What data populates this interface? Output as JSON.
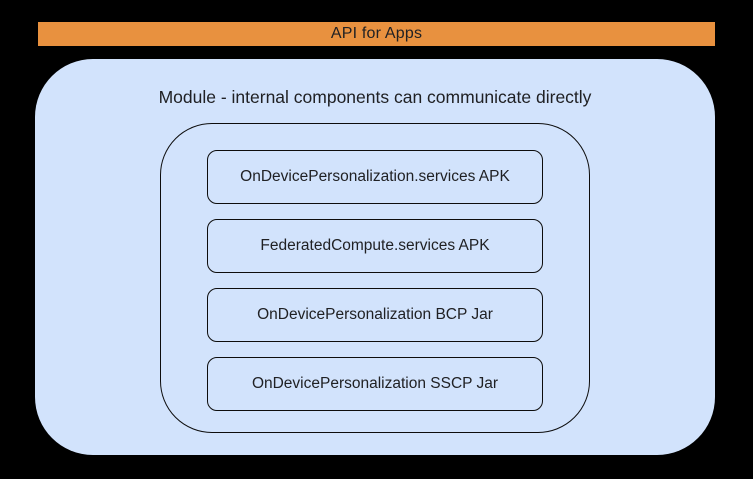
{
  "diagram": {
    "banner": {
      "label": "API for Apps"
    },
    "module": {
      "title": "Module - internal components can communicate directly",
      "components": [
        {
          "label": "OnDevicePersonalization.services APK"
        },
        {
          "label": "FederatedCompute.services APK"
        },
        {
          "label": "OnDevicePersonalization BCP Jar"
        },
        {
          "label": "OnDevicePersonalization SSCP Jar"
        }
      ]
    }
  },
  "colors": {
    "background": "#000000",
    "banner-orange": "#e8913f",
    "module-blue": "#d2e3fc",
    "outline": "#0d0d0d",
    "ink": "#202124"
  }
}
